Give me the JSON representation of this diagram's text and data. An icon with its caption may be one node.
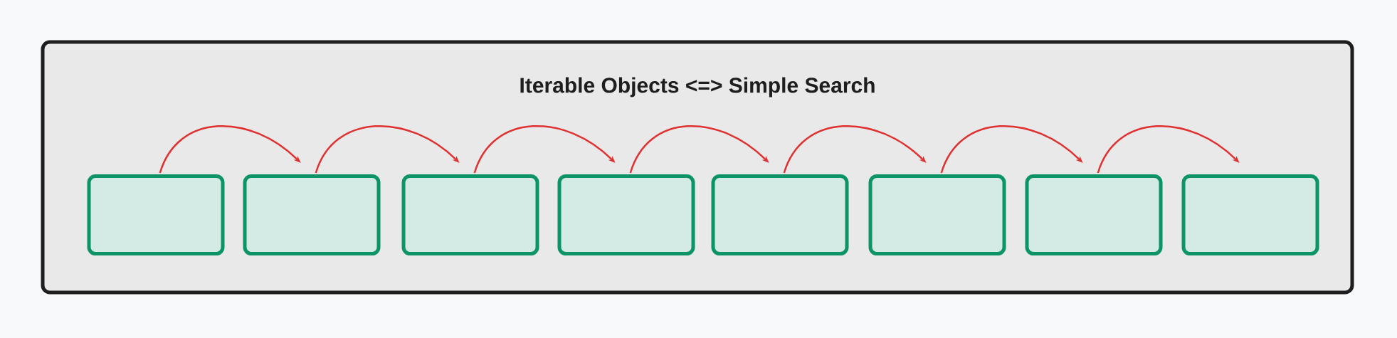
{
  "diagram": {
    "nodes": [
      {
        "text": [
          "Iterable Objects <=> Simple Search"
        ]
      },
      {
        "text": [],
        "shape": "box",
        "in": 0
      },
      {
        "text": [],
        "shape": "box",
        "in": 0
      },
      {
        "text": [],
        "shape": "box",
        "in": 0
      },
      {
        "text": [],
        "shape": "box",
        "in": 0
      },
      {
        "text": [],
        "shape": "box",
        "in": 0
      },
      {
        "text": [],
        "shape": "box",
        "in": 0
      },
      {
        "text": [],
        "shape": "box",
        "in": 0
      },
      {
        "text": [],
        "shape": "box",
        "in": 0
      }
    ],
    "edges": [
      {
        "from": 1,
        "to": 2,
        "arrow": "to"
      },
      {
        "from": 2,
        "to": 3,
        "arrow": "to"
      },
      {
        "from": 3,
        "to": 4,
        "arrow": "to"
      },
      {
        "from": 4,
        "to": 5,
        "arrow": "to"
      },
      {
        "from": 5,
        "to": 6,
        "arrow": "to"
      },
      {
        "from": 6,
        "to": 7,
        "arrow": "to"
      },
      {
        "from": 7,
        "to": 8,
        "arrow": "to"
      }
    ]
  }
}
